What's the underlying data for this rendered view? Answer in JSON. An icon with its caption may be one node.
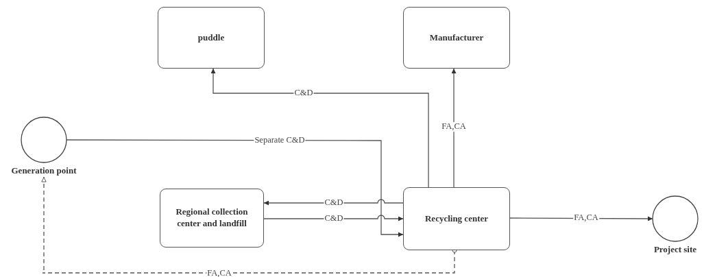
{
  "diagram": {
    "nodes": [
      {
        "text": [
          "puddle"
        ]
      },
      {
        "text": [
          "Manufacturer"
        ]
      },
      {
        "text": [
          "Generation point"
        ]
      },
      {
        "text": [
          "Regional collection center and landfill"
        ]
      },
      {
        "text": [
          "Recycling center"
        ]
      },
      {
        "text": [
          "Project site"
        ]
      }
    ],
    "edges": [
      {
        "from": 4,
        "to": 0,
        "arrow": "to",
        "label": "C&D"
      },
      {
        "from": 4,
        "to": 1,
        "arrow": "to",
        "label": "FA,CA"
      },
      {
        "from": 2,
        "to": 4,
        "arrow": "to",
        "label": "Separate C&D"
      },
      {
        "from": 4,
        "to": 3,
        "arrow": "to",
        "label": "C&D"
      },
      {
        "from": 3,
        "to": 4,
        "arrow": "to",
        "label": "C&D"
      },
      {
        "from": 4,
        "to": 5,
        "arrow": "to",
        "label": "FA,CA"
      },
      {
        "from": 4,
        "to": 2,
        "arrow": "to",
        "label": "FA,CA",
        "style": "dashed"
      }
    ]
  }
}
